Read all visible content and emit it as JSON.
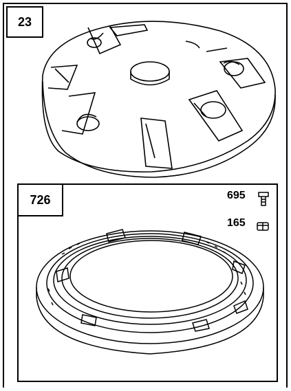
{
  "figure": {
    "part_top": {
      "ref": "23",
      "icon": "flywheel-cover-drawing"
    },
    "part_bottom": {
      "ref": "726",
      "icon": "seal-ring-drawing"
    },
    "hardware": [
      {
        "ref": "695",
        "icon": "bolt-icon"
      },
      {
        "ref": "165",
        "icon": "nut-icon"
      }
    ]
  }
}
